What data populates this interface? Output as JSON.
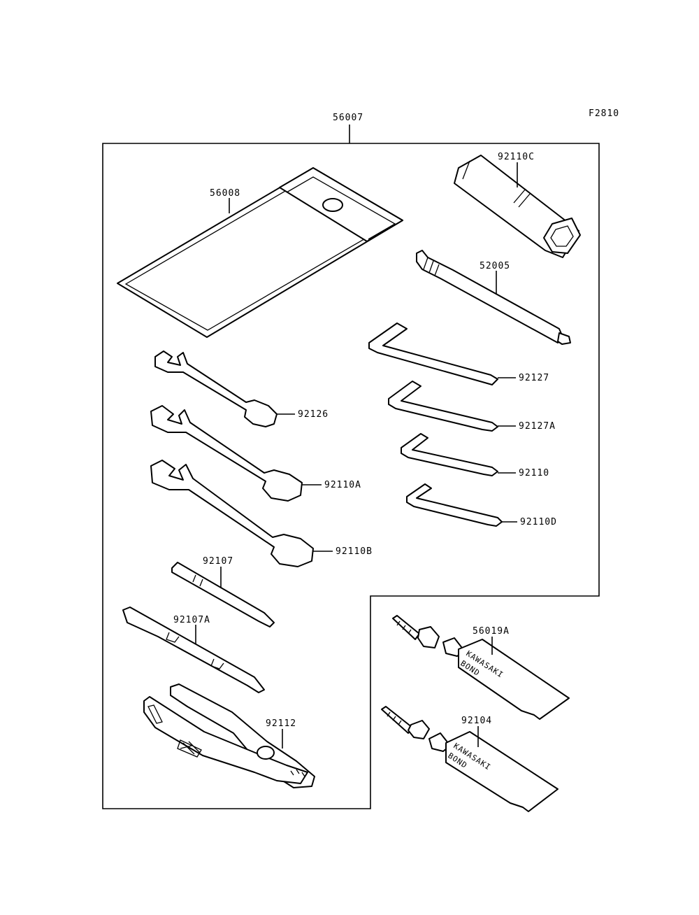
{
  "figure_code": "F2810",
  "labels": {
    "kit": "56007",
    "bag": "56008",
    "plug_wrench": "92110C",
    "screwdriver_handle": "52005",
    "hex_key_1": "92127",
    "hex_key_2": "92127A",
    "hex_key_3": "92110",
    "hex_key_4": "92110D",
    "wrench_small": "92126",
    "wrench_medium": "92110A",
    "wrench_large": "92110B",
    "driver_bit": "92107",
    "driver_bit_double": "92107A",
    "pliers": "92112",
    "bond_tube_1": "56019A",
    "bond_tube_2": "92104"
  },
  "tube_text": {
    "line1": "KAWASAKI",
    "line2": "BOND"
  }
}
